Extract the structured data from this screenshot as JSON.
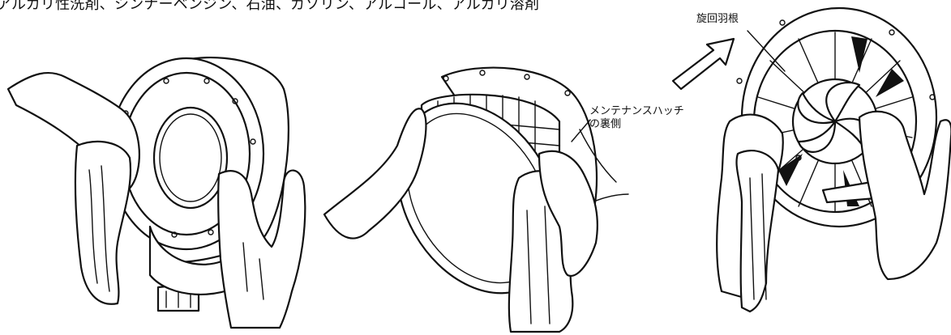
{
  "caption": "アルカリ性洗剤、シンナーベンジン、石油、ガソリン、アルコール、アルカリ溶剤",
  "labels": {
    "hatch_line1": "メンテナンスハッチ",
    "hatch_line2": "の裏側",
    "fan_blade": "旋回羽根"
  },
  "panels": [
    {
      "name": "panel-1",
      "description_icon": "cleaning-front-ring"
    },
    {
      "name": "panel-2",
      "description_icon": "cleaning-hatch-back"
    },
    {
      "name": "panel-3",
      "description_icon": "cleaning-swirl-blades"
    }
  ]
}
